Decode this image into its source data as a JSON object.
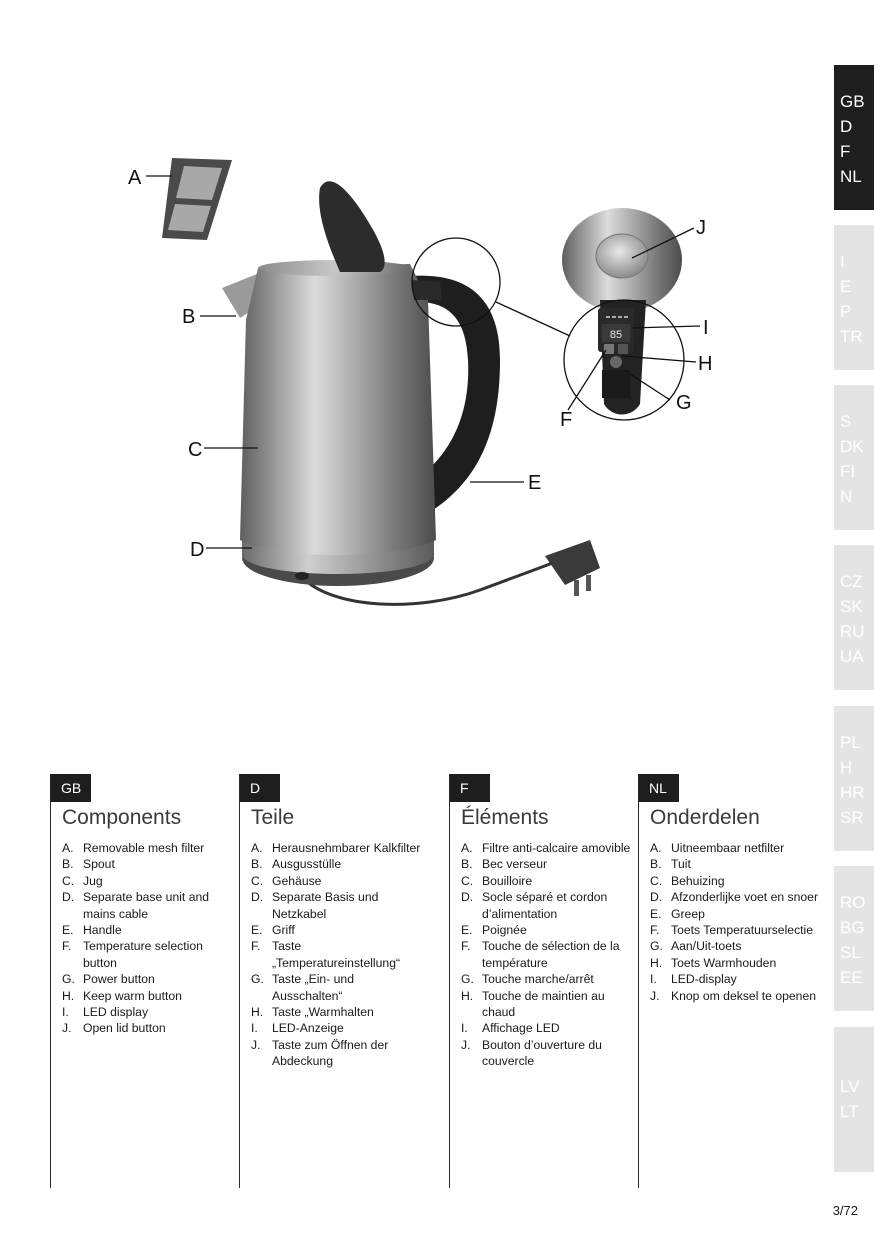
{
  "language_tabs": [
    {
      "codes": [
        "GB",
        "D",
        "F",
        "NL"
      ],
      "active": true
    },
    {
      "codes": [
        "I",
        "E",
        "P",
        "TR"
      ],
      "active": false
    },
    {
      "codes": [
        "S",
        "DK",
        "FI",
        "N"
      ],
      "active": false
    },
    {
      "codes": [
        "CZ",
        "SK",
        "RU",
        "UA"
      ],
      "active": false
    },
    {
      "codes": [
        "PL",
        "H",
        "HR",
        "SR"
      ],
      "active": false
    },
    {
      "codes": [
        "RO",
        "BG",
        "SL",
        "EE"
      ],
      "active": false
    },
    {
      "codes": [
        "LV",
        "LT"
      ],
      "active": false
    }
  ],
  "illustration": {
    "callouts": {
      "A": "A",
      "B": "B",
      "C": "C",
      "D": "D",
      "E": "E",
      "F": "F",
      "G": "G",
      "H": "H",
      "I": "I",
      "J": "J"
    },
    "display_value": "85"
  },
  "sections": [
    {
      "code": "GB",
      "heading": "Components",
      "items": [
        {
          "key": "A.",
          "text": "Removable mesh filter"
        },
        {
          "key": "B.",
          "text": "Spout"
        },
        {
          "key": "C.",
          "text": "Jug"
        },
        {
          "key": "D.",
          "text": "Separate base unit and mains cable"
        },
        {
          "key": "E.",
          "text": "Handle"
        },
        {
          "key": "F.",
          "text": "Temperature selection button"
        },
        {
          "key": "G.",
          "text": "Power button"
        },
        {
          "key": "H.",
          "text": "Keep warm button"
        },
        {
          "key": "I.",
          "text": "LED display"
        },
        {
          "key": "J.",
          "text": "Open lid button"
        }
      ]
    },
    {
      "code": "D",
      "heading": "Teile",
      "items": [
        {
          "key": "A.",
          "text": "Herausnehmbarer Kalkfilter"
        },
        {
          "key": "B.",
          "text": "Ausgusstülle"
        },
        {
          "key": "C.",
          "text": "Gehäuse"
        },
        {
          "key": "D.",
          "text": "Separate Basis und Netzkabel"
        },
        {
          "key": "E.",
          "text": "Griff"
        },
        {
          "key": "F.",
          "text": "Taste „Temperatureinstellung“"
        },
        {
          "key": "G.",
          "text": "Taste „Ein- und Ausschalten“"
        },
        {
          "key": "H.",
          "text": "Taste „Warmhalten"
        },
        {
          "key": "I.",
          "text": "LED-Anzeige"
        },
        {
          "key": "J.",
          "text": "Taste zum Öffnen der Abdeckung"
        }
      ]
    },
    {
      "code": "F",
      "heading": "Éléments",
      "items": [
        {
          "key": "A.",
          "text": "Filtre anti-calcaire amovible"
        },
        {
          "key": "B.",
          "text": "Bec verseur"
        },
        {
          "key": "C.",
          "text": "Bouilloire"
        },
        {
          "key": "D.",
          "text": "Socle séparé et cordon d’alimentation"
        },
        {
          "key": "E.",
          "text": "Poignée"
        },
        {
          "key": "F.",
          "text": "Touche de sélection de la température"
        },
        {
          "key": "G.",
          "text": "Touche marche/arrêt"
        },
        {
          "key": "H.",
          "text": "Touche de maintien au chaud"
        },
        {
          "key": "I.",
          "text": "Affichage LED"
        },
        {
          "key": "J.",
          "text": "Bouton d’ouverture du couvercle"
        }
      ]
    },
    {
      "code": "NL",
      "heading": "Onderdelen",
      "items": [
        {
          "key": "A.",
          "text": "Uitneembaar netfilter"
        },
        {
          "key": "B.",
          "text": "Tuit"
        },
        {
          "key": "C.",
          "text": "Behuizing"
        },
        {
          "key": "D.",
          "text": "Afzonderlijke voet en snoer"
        },
        {
          "key": "E.",
          "text": "Greep"
        },
        {
          "key": "F.",
          "text": "Toets Temperatuurselectie"
        },
        {
          "key": "G.",
          "text": "Aan/Uit-toets"
        },
        {
          "key": "H.",
          "text": "Toets Warmhouden"
        },
        {
          "key": "I.",
          "text": "LED-display"
        },
        {
          "key": "J.",
          "text": "Knop om deksel te openen"
        }
      ]
    }
  ],
  "page_number": "3/72"
}
